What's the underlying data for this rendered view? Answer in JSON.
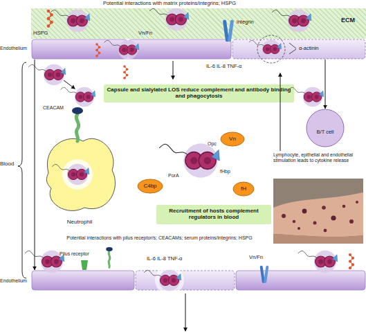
{
  "diagram": {
    "nodes": [
      {
        "text": [
          "Potential interactions with matrix proteins/integrins; HSPG",
          "ECM"
        ]
      },
      {
        "text": [
          "Endothelium"
        ]
      },
      {
        "text": [
          "Capsule and sialylated LOS reduce complement and antibody binding and phagocytosis"
        ]
      },
      {
        "text": [
          "Neutrophil"
        ]
      },
      {
        "text": [
          "Vn"
        ]
      },
      {
        "text": [
          "C4bp"
        ]
      },
      {
        "text": [
          "fH"
        ]
      },
      {
        "text": [
          "Recruitment of hosts complement regulators in blood"
        ]
      },
      {
        "text": [
          "B/T cell"
        ]
      },
      {
        "text": [
          "Endothelium"
        ]
      }
    ],
    "edges": [
      {
        "from": 1,
        "to": 8,
        "arrow": "to"
      },
      {
        "from": 1,
        "to": 9,
        "arrow": "to"
      }
    ],
    "labels": [
      "HSPG",
      "Vn/Fn",
      "integrin",
      "α-actinin",
      "IL-6 IL-8 TNF-α",
      "CEACAM",
      "Opc",
      "fHbp",
      "PorA",
      "Lymphocyte, epithelial and endothelial stimulation leads to cytokine release",
      "Blood",
      "Potential interactions with pilus receptor/s; CEACAMs; serum proteins/integrins; HSPG",
      "Pilus receptor",
      "IL-6 IL-8 TNF-α",
      "Vn/Fn"
    ]
  }
}
